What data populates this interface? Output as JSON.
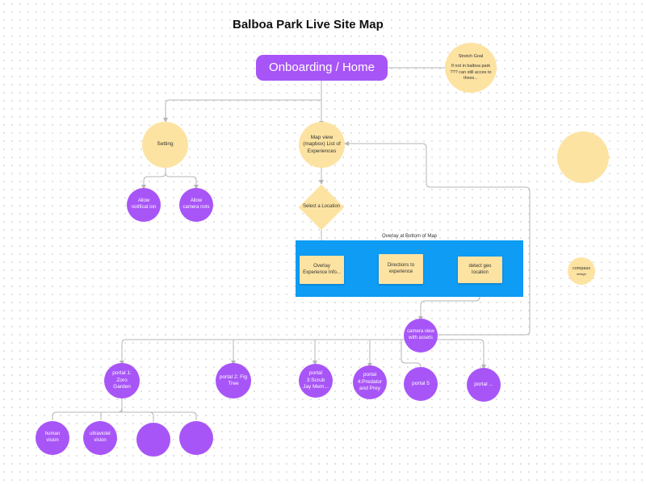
{
  "title": "Balboa Park Live Site Map",
  "nodes": {
    "home": "Onboarding / Home",
    "stretch_goal": {
      "heading": "Stretch Goal",
      "body": "If not in balboa park ??? can still acces to thess..."
    },
    "setting": "Setting",
    "map_view": "Map view (mapbox) List of Experiences",
    "allow_notifications": "Allow notificat ion",
    "allow_camera": "Allow camera nots",
    "select_location": "Select a Location",
    "overlay_label": "Overlay at Bottom of Map",
    "overlay_experience": "Overlay Experience Info...",
    "directions": "Directions to experience",
    "detect_geo": "detect geo location",
    "compass": {
      "label": "compass",
      "sublabel": "design"
    },
    "camera_view": "camera view with assets",
    "portal1": "portal 1: Zoro Garden",
    "portal2": "portal 2: Fig Tree",
    "portal3": "portal 3:Scrub Jay Mem...",
    "portal4": "portal 4:Predator and Prey",
    "portal5": "portal 5",
    "portal6": "portal ...",
    "human_vision": "human vision",
    "ultraviolet_vision": "ultraviolet vision"
  },
  "colors": {
    "purple": "#a855f7",
    "yellow": "#fde3a2",
    "overlay_blue": "#0e9cf5",
    "connector": "#b5b5b5"
  }
}
